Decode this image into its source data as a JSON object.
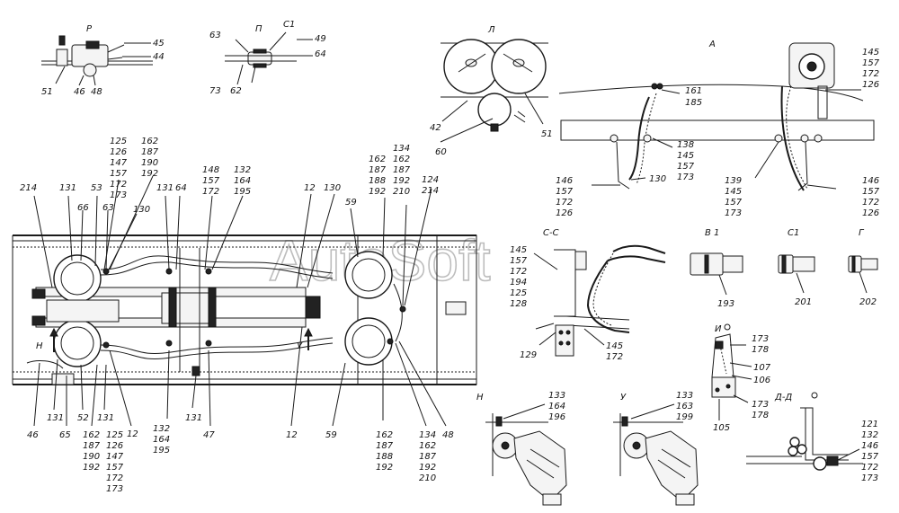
{
  "watermark": "AutoSoft",
  "view_titles": {
    "p": "Р",
    "pi": "П",
    "c1_top": "С1",
    "l": "Л",
    "a": "А",
    "cc": "С-С",
    "b1": "В 1",
    "c1": "С1",
    "g": "Г",
    "i": "И",
    "n": "Н",
    "u": "У",
    "dd": "Д-Д",
    "n_arrow": "Н",
    "u_arrow": "У"
  },
  "callouts": {
    "p_45": "45",
    "p_44": "44",
    "p_51": "51",
    "p_46": "46",
    "p_48": "48",
    "pi_63": "63",
    "pi_49": "49",
    "pi_64": "64",
    "pi_73": "73",
    "pi_62": "62",
    "l_42": "42",
    "l_60": "60",
    "l_51": "51",
    "a_161": "161",
    "a_185": "185",
    "a_r1": "145",
    "a_r2": "157",
    "a_r3": "172",
    "a_r4": "126",
    "a_m1": "138",
    "a_m2": "145",
    "a_m3": "157",
    "a_m4": "173",
    "a_l1": "146",
    "a_l2": "157",
    "a_l3": "172",
    "a_l4": "126",
    "a_130": "130",
    "a_c1": "139",
    "a_c2": "145",
    "a_c3": "157",
    "a_c4": "173",
    "a_rr1": "146",
    "a_rr2": "157",
    "a_rr3": "172",
    "a_rr4": "126",
    "s1_1": "125",
    "s1_2": "126",
    "s1_3": "147",
    "s1_4": "157",
    "s1_5": "172",
    "s1_6": "173",
    "s2_1": "162",
    "s2_2": "187",
    "s2_3": "190",
    "s2_4": "192",
    "s3_1": "148",
    "s3_2": "157",
    "s3_3": "172",
    "s4_1": "132",
    "s4_2": "164",
    "s4_3": "195",
    "s5_1": "162",
    "s5_2": "187",
    "s5_3": "188",
    "s5_4": "192",
    "s6_1": "134",
    "s6_2": "162",
    "s6_3": "187",
    "s6_4": "192",
    "s6_5": "210",
    "s7_1": "124",
    "s7_2": "214",
    "f_214": "214",
    "f_131": "131",
    "f_66": "66",
    "f_53": "53",
    "f_63": "63",
    "f_130": "130",
    "f_131b": "131",
    "f_64": "64",
    "f_12": "12",
    "f_130b": "130",
    "f_59": "59",
    "f_46": "46",
    "f_131c": "131",
    "f_65": "65",
    "f_52": "52",
    "f_131d": "131",
    "f_12b": "12",
    "f_12c": "12",
    "f_59b": "59",
    "f_48": "48",
    "f_131e": "131",
    "f_47": "47",
    "b1_1": "162",
    "b1_2": "187",
    "b1_3": "190",
    "b1_4": "192",
    "b2_1": "125",
    "b2_2": "126",
    "b2_3": "147",
    "b2_4": "157",
    "b2_5": "172",
    "b2_6": "173",
    "b3_1": "132",
    "b3_2": "164",
    "b3_3": "195",
    "b4_1": "162",
    "b4_2": "187",
    "b4_3": "188",
    "b4_4": "192",
    "b5_1": "134",
    "b5_2": "162",
    "b5_3": "187",
    "b5_4": "192",
    "b5_5": "210",
    "cc_1": "145",
    "cc_2": "157",
    "cc_3": "172",
    "cc_4": "194",
    "cc_5": "125",
    "cc_6": "128",
    "cc_129": "129",
    "cc_b1": "145",
    "cc_b2": "172",
    "v193": "193",
    "v201": "201",
    "v202": "202",
    "i_1": "173",
    "i_2": "178",
    "i_107": "107",
    "i_106": "106",
    "i_b1": "173",
    "i_b2": "178",
    "i_105": "105",
    "n_1": "133",
    "n_2": "164",
    "n_3": "196",
    "u_1": "133",
    "u_2": "163",
    "u_3": "199",
    "dd_1": "121",
    "dd_2": "132",
    "dd_3": "146",
    "dd_4": "157",
    "dd_5": "172",
    "dd_6": "173"
  }
}
